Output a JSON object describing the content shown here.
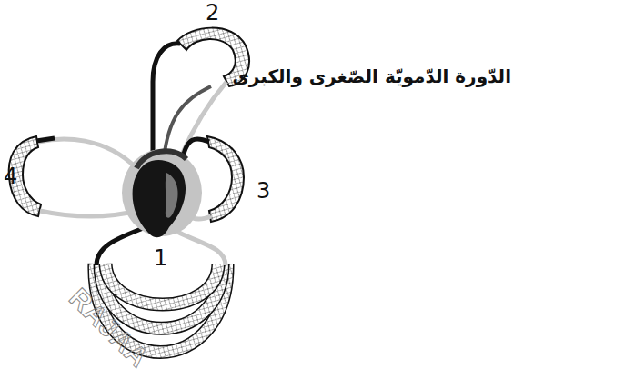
{
  "diagram": {
    "title": "الدّورة الدّمويّة الصّغرى والكبرى",
    "labels": [
      "2",
      "4",
      "3",
      "1",
      "RAJAA"
    ]
  }
}
